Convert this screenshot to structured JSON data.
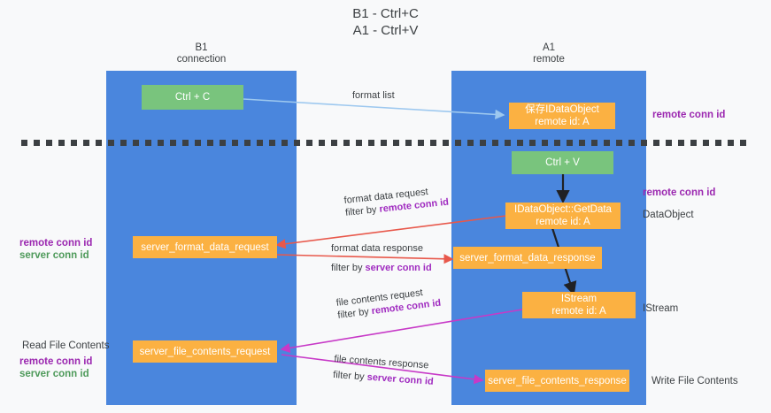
{
  "diagram": {
    "title": "B1 - Ctrl+C\nA1 - Ctrl+V",
    "columns": [
      {
        "id": "b1",
        "label": "B1\nconnection"
      },
      {
        "id": "a1",
        "label": "A1\nremote"
      }
    ],
    "nodes": [
      {
        "id": "ctrl-c",
        "label": "Ctrl + C",
        "color": "#79c47d"
      },
      {
        "id": "save-idataobject",
        "label": "保存IDataObject\nremote id: A",
        "color": "#fbb142"
      },
      {
        "id": "ctrl-v",
        "label": "Ctrl + V",
        "color": "#79c47d"
      },
      {
        "id": "idataobject-getdata",
        "label": "IDataObject::GetData\nremote id: A",
        "color": "#fbb142"
      },
      {
        "id": "server-format-data-request",
        "label": "server_format_data_request",
        "color": "#fbb142"
      },
      {
        "id": "server-format-data-response",
        "label": "server_format_data_response",
        "color": "#fbb142"
      },
      {
        "id": "istream",
        "label": "IStream\nremote id: A",
        "color": "#fbb142"
      },
      {
        "id": "server-file-contents-request",
        "label": "server_file_contents_request",
        "color": "#fbb142"
      },
      {
        "id": "server-file-contents-response",
        "label": "server_file_contents_response",
        "color": "#fbb142"
      }
    ],
    "edge_labels": [
      {
        "id": "format-list",
        "line1": "format list",
        "line2": "",
        "key2": ""
      },
      {
        "id": "format-data-request",
        "line1": "format data request",
        "line2": "filter by ",
        "key2": "remote conn id"
      },
      {
        "id": "format-data-response",
        "line1": "format data response",
        "line2": "filter by ",
        "key2": "server conn id"
      },
      {
        "id": "file-contents-request",
        "line1": "file contents request",
        "line2": "filter by ",
        "key2": "remote conn id"
      },
      {
        "id": "file-contents-response",
        "line1": "file contents response",
        "line2": "filter by ",
        "key2": "server conn id"
      }
    ],
    "annotations": {
      "right_top_remote_conn_id": "remote conn id",
      "right_mid_remote_conn_id": "remote conn id",
      "right_dataobject": "DataObject",
      "right_istream": "IStream",
      "right_write_file_contents": "Write File Contents",
      "left_remote_conn_id_a": "remote conn id",
      "left_server_conn_id_a": "server conn id",
      "left_read_file_contents": "Read File Contents",
      "left_remote_conn_id_b": "remote conn id",
      "left_server_conn_id_b": "server conn id"
    },
    "colors": {
      "lane": "#4a86dd",
      "green_node": "#79c47d",
      "orange_node": "#fbb142",
      "purple_text": "#9b27b0",
      "green_text": "#4e9a5a",
      "red_arrow": "#e8584b",
      "magenta_arrow": "#c739c7",
      "blue_arrow": "#9dc8ef",
      "black_arrow": "#202124",
      "background": "#f8f9fa"
    }
  }
}
